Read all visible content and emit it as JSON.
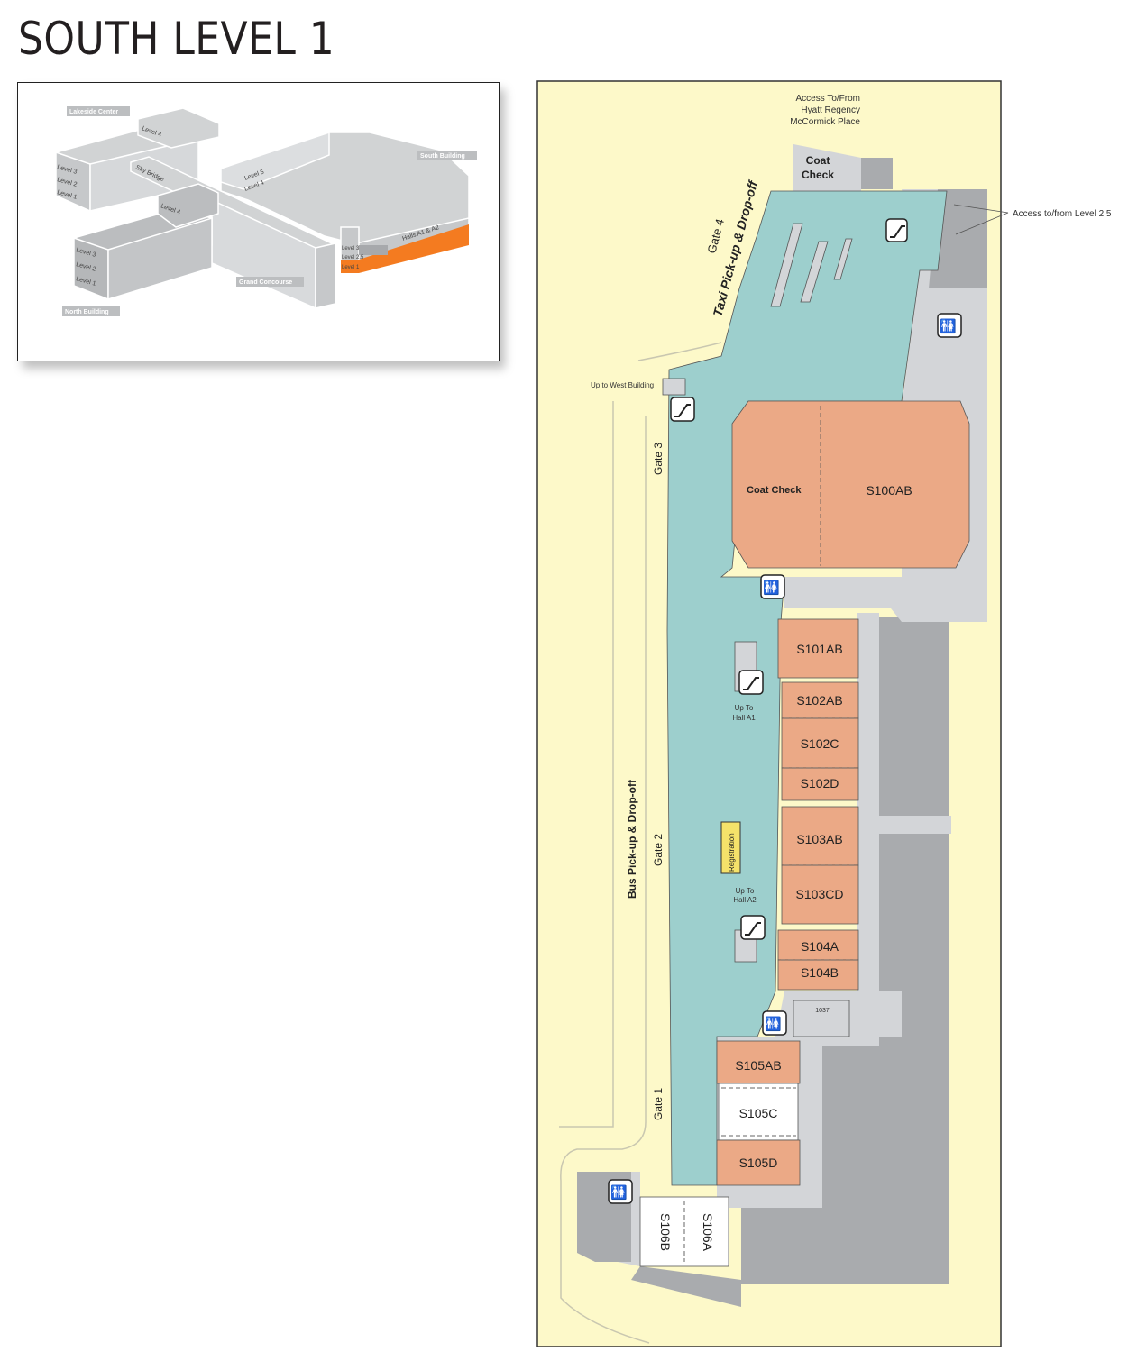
{
  "title": "SOUTH LEVEL 1",
  "inset": {
    "labels": {
      "lakeside_center": "Lakeside Center",
      "south_building": "South Building",
      "north_building": "North Building",
      "grand_concourse": "Grand Concourse",
      "sky_bridge": "Sky Bridge",
      "halls": "Halls A1 & A2",
      "lakeside_levels": [
        "Level 4",
        "Level 3",
        "Level 2",
        "Level 1"
      ],
      "north_levels": [
        "Level 4",
        "Level 3",
        "Level 2",
        "Level 1"
      ],
      "south_levels_upper": [
        "Level 5",
        "Level 4"
      ],
      "south_levels_side": [
        "Level 3",
        "Level 2.5",
        "Level 1"
      ]
    },
    "highlight_color": "#f47b20",
    "highlighted_level": "Level 1"
  },
  "map": {
    "colors": {
      "background": "#fdf9c9",
      "concourse": "#9dcfcd",
      "meeting_room": "#eba986",
      "service": "#d3d5d8",
      "exhibit": "#a9abae"
    },
    "annotations": {
      "hyatt": [
        "Access To/From",
        "Hyatt Regency",
        "McCormick Place"
      ],
      "level25": "Access to/from Level 2.5",
      "west_building": "Up to West Building",
      "taxi": "Taxi Pick-up & Drop-off",
      "bus": "Bus Pick-up & Drop-off",
      "gate4": "Gate 4",
      "gate3": "Gate 3",
      "gate2": "Gate 2",
      "gate1": "Gate 1",
      "coat_check_top": [
        "Coat",
        "Check"
      ],
      "coat_check_hall": "Coat Check",
      "up_hall_a1": [
        "Up To",
        "Hall A1"
      ],
      "up_hall_a2": [
        "Up To",
        "Hall A2"
      ],
      "registration": "Registration",
      "room_1037": "1037"
    },
    "rooms": [
      {
        "name": "S100AB",
        "type": "meeting"
      },
      {
        "name": "S101AB",
        "type": "meeting"
      },
      {
        "name": "S102AB",
        "type": "meeting"
      },
      {
        "name": "S102C",
        "type": "meeting"
      },
      {
        "name": "S102D",
        "type": "meeting"
      },
      {
        "name": "S103AB",
        "type": "meeting"
      },
      {
        "name": "S103CD",
        "type": "meeting"
      },
      {
        "name": "S104A",
        "type": "meeting"
      },
      {
        "name": "S104B",
        "type": "meeting"
      },
      {
        "name": "S105AB",
        "type": "meeting"
      },
      {
        "name": "S105C",
        "type": "other"
      },
      {
        "name": "S105D",
        "type": "meeting"
      },
      {
        "name": "S106A",
        "type": "other"
      },
      {
        "name": "S106B",
        "type": "other"
      }
    ],
    "icons": [
      "escalator-icon",
      "restroom-icon"
    ]
  }
}
